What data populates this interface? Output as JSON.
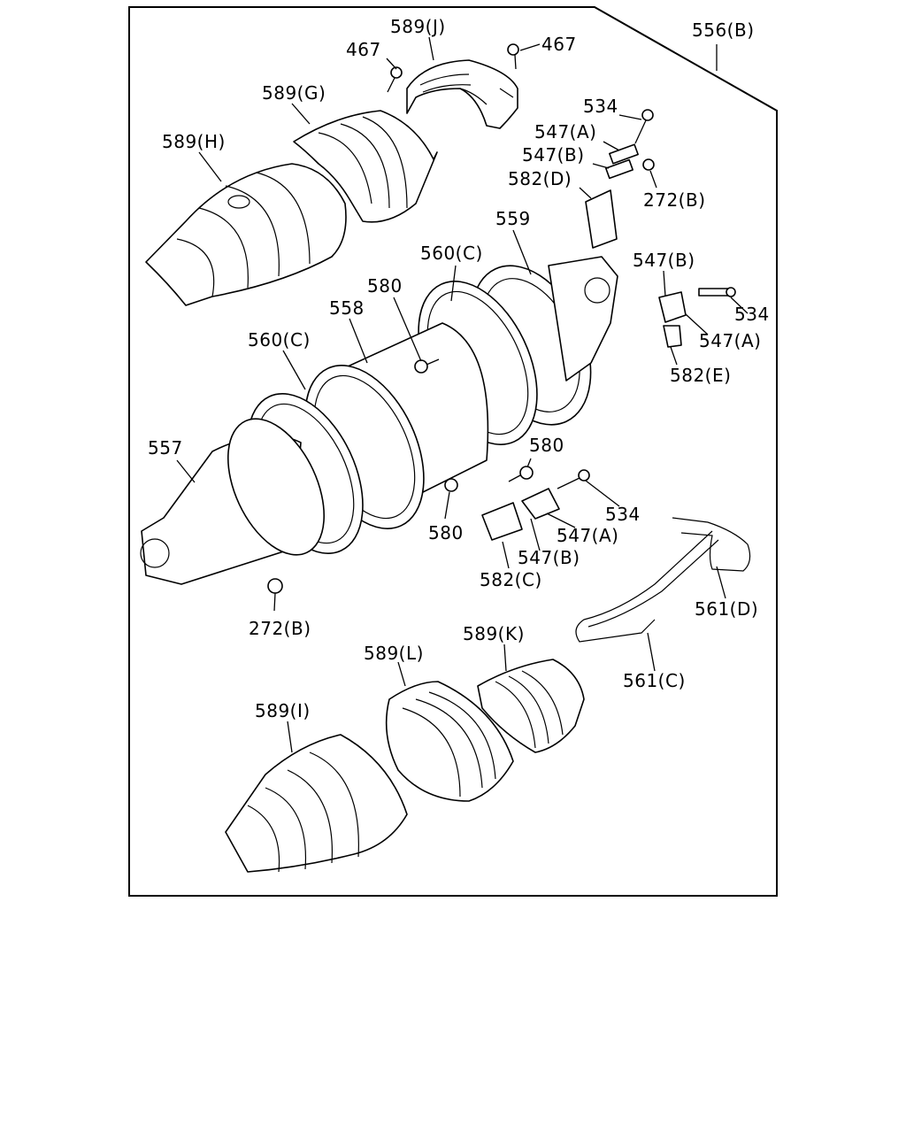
{
  "diagram": {
    "labels": {
      "l556B": "556(B)",
      "l589J": "589(J)",
      "l467a": "467",
      "l467b": "467",
      "l589G": "589(G)",
      "l589H": "589(H)",
      "l534a": "534",
      "l547Aa": "547(A)",
      "l547Ba": "547(B)",
      "l582D": "582(D)",
      "l272Ba": "272(B)",
      "l559": "559",
      "l560Ca": "560(C)",
      "l547Bb": "547(B)",
      "l534b": "534",
      "l547Ab": "547(A)",
      "l582E": "582(E)",
      "l580a": "580",
      "l558": "558",
      "l560Cb": "560(C)",
      "l557": "557",
      "l580b": "580",
      "l534c": "534",
      "l547Ac": "547(A)",
      "l547Bc": "547(B)",
      "l580c": "580",
      "l582C": "582(C)",
      "l272Bb": "272(B)",
      "l561D": "561(D)",
      "l589K": "589(K)",
      "l589L": "589(L)",
      "l561C": "561(C)",
      "l589I": "589(I)"
    }
  }
}
